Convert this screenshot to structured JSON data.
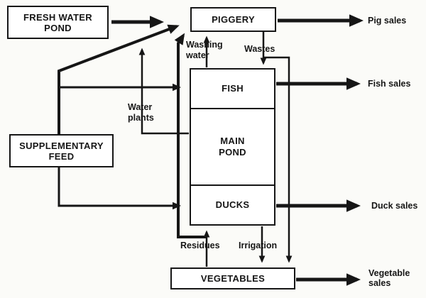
{
  "boxes": {
    "fresh_water_pond": {
      "line1": "FRESH WATER",
      "line2": "POND"
    },
    "piggery": {
      "label": "PIGGERY"
    },
    "supplementary_feed": {
      "line1": "SUPPLEMENTARY",
      "line2": "FEED"
    },
    "pond": {
      "fish_label": "FISH",
      "main_line1": "MAIN",
      "main_line2": "POND",
      "ducks_label": "DUCKS"
    },
    "vegetables": {
      "label": "VEGETABLES"
    }
  },
  "flows": {
    "washing_water": {
      "line1": "Washing",
      "line2": "water"
    },
    "wastes": "Wastes",
    "water_plants": {
      "line1": "Water",
      "line2": "plants"
    },
    "residues": "Residues",
    "irrigation": "Irrigation"
  },
  "outputs": {
    "pig_sales": "Pig sales",
    "fish_sales": "Fish sales",
    "duck_sales": "Duck sales",
    "vegetable_sales": {
      "line1": "Vegetable",
      "line2": "sales"
    }
  },
  "colors": {
    "ink": "#161616",
    "paper": "#fbfbf8",
    "box_fill": "#ffffff"
  }
}
